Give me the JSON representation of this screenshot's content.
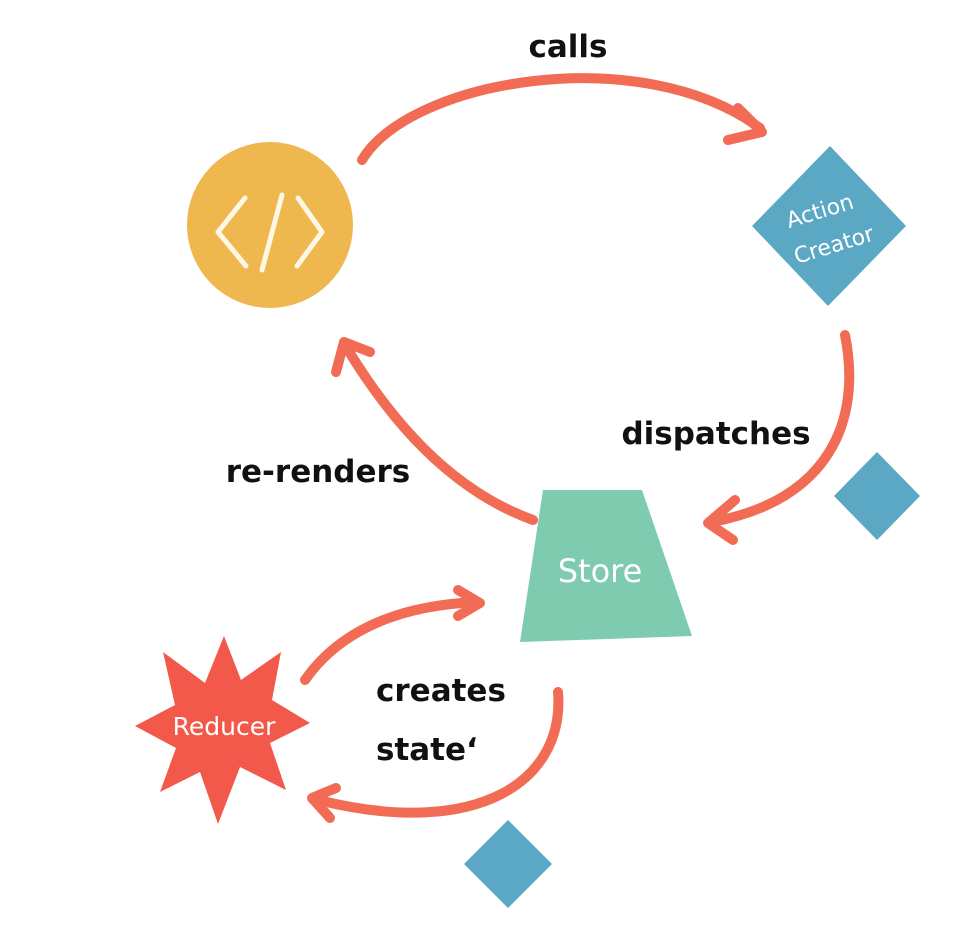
{
  "colors": {
    "arrow": "#f26b55",
    "component": "#efb84f",
    "action_creator": "#5ba8c4",
    "action": "#5ba8c4",
    "store": "#7ecbb0",
    "reducer": "#f2594a",
    "label": "#111111"
  },
  "nodes": {
    "component": {
      "icon": "code-brackets-icon",
      "label": ""
    },
    "action_creator": {
      "label_line1": "Action",
      "label_line2": "Creator"
    },
    "store": {
      "label": "Store"
    },
    "reducer": {
      "label": "Reducer"
    }
  },
  "edges": {
    "calls": "calls",
    "dispatches": "dispatches",
    "re_renders": "re-renders",
    "creates_line1": "creates",
    "creates_line2": "state‘"
  }
}
